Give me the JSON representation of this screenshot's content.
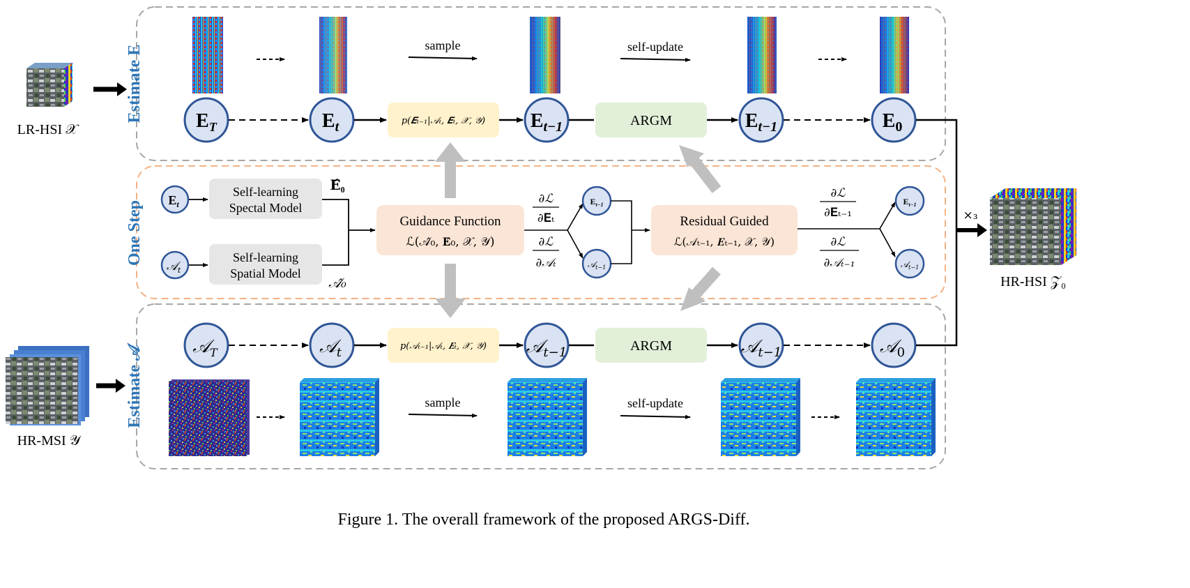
{
  "caption": "Figure 1. The overall framework of the proposed ARGS-Diff.",
  "colors": {
    "accent_blue": "#2E75B6",
    "node_fill": "#DAE3F3",
    "node_stroke": "#2F5597",
    "guide_fill": "#FBE5D6",
    "cond_fill": "#FFF2CC",
    "argm_fill": "#E2F0D9",
    "model_fill": "#E7E6E6",
    "dashed_gray": "#A6A6A6",
    "dashed_orange": "#F4B183",
    "big_arrow": "#BFBFBF"
  },
  "inputs": {
    "lr_hsi": "LR-HSI 𝒳",
    "hr_msi": "HR-MSI 𝒴",
    "output": "HR-HSI 𝒵₀",
    "times3": "×₃"
  },
  "sections": {
    "estimate_e": "Estimate E",
    "one_step": "One Step",
    "estimate_a": "Estimate 𝒜"
  },
  "top": {
    "sample": "sample",
    "self_update": "self-update",
    "nodes": [
      "𝐄_T",
      "𝐄_t",
      "𝐄_{t−1}",
      "𝐄_{t−1}",
      "𝐄₀"
    ],
    "cond": "p(𝑬ₜ₋₁|𝒜ₜ, 𝑬ₜ, 𝒳, 𝒴)",
    "argm": "ARGM"
  },
  "bottom": {
    "sample": "sample",
    "self_update": "self-update",
    "nodes": [
      "𝒜_T",
      "𝒜_t",
      "𝒜_{t−1}",
      "𝒜_{t−1}",
      "𝒜₀"
    ],
    "cond": "p(𝒜ₜ₋₁|𝒜ₜ, 𝑬ₜ, 𝒳, 𝒴)",
    "argm": "ARGM"
  },
  "middle": {
    "et": "𝐄_t",
    "at": "𝒜_t",
    "spectral_model": [
      "Self-learning",
      "Spectal Model"
    ],
    "spatial_model": [
      "Self-learning",
      "Spatial Model"
    ],
    "e0_hat": "𝐄̂₀",
    "a0_hat": "𝒜̂₀",
    "guidance": [
      "Guidance Function",
      "ℒ(𝒜̂₀, 𝐄̂₀, 𝒳, 𝒴)"
    ],
    "residual": [
      "Residual Guided",
      "ℒ(𝒜ₜ₋₁, 𝑬ₜ₋₁, 𝒳, 𝒴)"
    ],
    "grad_e_num": "∂ℒ",
    "grad_e_den": "∂𝐄ₜ",
    "grad_a_num": "∂ℒ",
    "grad_a_den": "∂𝒜ₜ",
    "grad_e1_num": "∂ℒ",
    "grad_e1_den": "∂𝐄ₜ₋₁",
    "grad_a1_num": "∂ℒ",
    "grad_a1_den": "∂𝒜ₜ₋₁",
    "small_e1": "𝐄_{t−1}",
    "small_a1": "𝒜_{t−1}",
    "small_e1_right": "𝐄_{t−1}",
    "small_a1_right": "𝒜_{t−1}"
  }
}
